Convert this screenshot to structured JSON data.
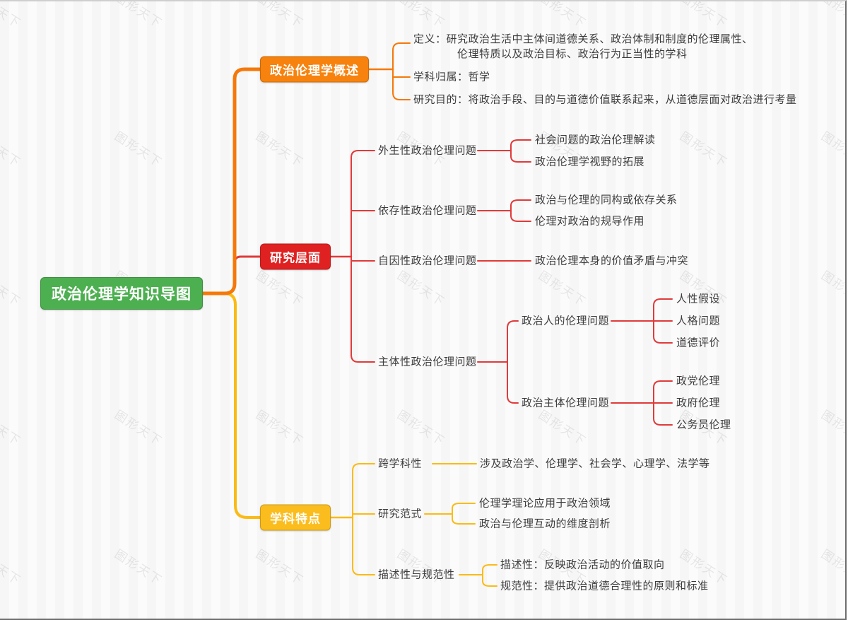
{
  "watermark": {
    "text": "图形天下"
  },
  "root": {
    "label": "政治伦理学知识导图",
    "color": "#4caf50"
  },
  "branches": [
    {
      "label": "政治伦理学概述",
      "color": "#f5790a",
      "box_color": "#f7820d",
      "children": [
        {
          "label": "定义：研究政治生活中主体间道德关系、政治体制和制度的伦理属性、\n　　　　伦理特质以及政治目标、政治行为正当性的学科"
        },
        {
          "label": "学科归属：哲学"
        },
        {
          "label": "研究目的：将政治手段、目的与道德价值联系起来，从道德层面对政治进行考量"
        }
      ]
    },
    {
      "label": "研究层面",
      "color": "#e13a3a",
      "box_color": "#e02121",
      "children": [
        {
          "label": "外生性政治伦理问题",
          "children": [
            {
              "label": "社会问题的政治伦理解读"
            },
            {
              "label": "政治伦理学视野的拓展"
            }
          ]
        },
        {
          "label": "依存性政治伦理问题",
          "children": [
            {
              "label": "政治与伦理的同构或依存关系"
            },
            {
              "label": "伦理对政治的规导作用"
            }
          ]
        },
        {
          "label": "自因性政治伦理问题",
          "children": [
            {
              "label": "政治伦理本身的价值矛盾与冲突"
            }
          ]
        },
        {
          "label": "主体性政治伦理问题",
          "children": [
            {
              "label": "政治人的伦理问题",
              "children": [
                {
                  "label": "人性假设"
                },
                {
                  "label": "人格问题"
                },
                {
                  "label": "道德评价"
                }
              ]
            },
            {
              "label": "政治主体伦理问题",
              "children": [
                {
                  "label": "政党伦理"
                },
                {
                  "label": "政府伦理"
                },
                {
                  "label": "公务员伦理"
                }
              ]
            }
          ]
        }
      ]
    },
    {
      "label": "学科特点",
      "color": "#fbbb16",
      "box_color": "#fbbd1d",
      "children": [
        {
          "label": "跨学科性",
          "children": [
            {
              "label": "涉及政治学、伦理学、社会学、心理学、法学等"
            }
          ]
        },
        {
          "label": "研究范式",
          "children": [
            {
              "label": "伦理学理论应用于政治领域"
            },
            {
              "label": "政治与伦理互动的维度剖析"
            }
          ]
        },
        {
          "label": "描述性与规范性",
          "children": [
            {
              "label": "描述性：反映政治活动的价值取向"
            },
            {
              "label": "规范性：提供政治道德合理性的原则和标准"
            }
          ]
        }
      ]
    }
  ]
}
